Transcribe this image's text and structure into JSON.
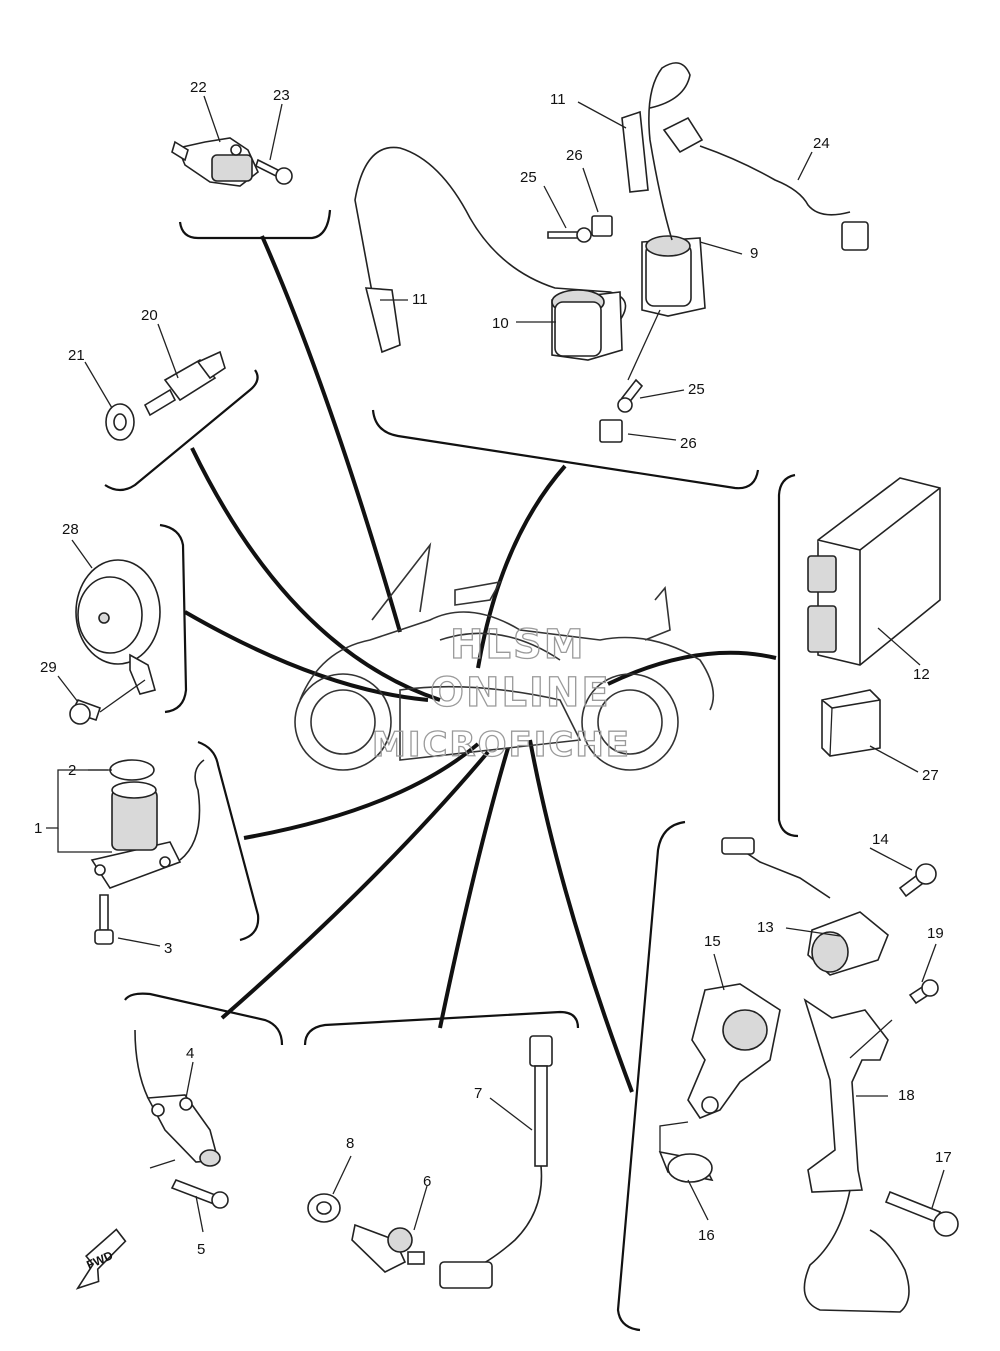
{
  "callouts": {
    "c1": "1",
    "c2": "2",
    "c3": "3",
    "c4": "4",
    "c5": "5",
    "c6": "6",
    "c7": "7",
    "c8": "8",
    "c9": "9",
    "c10": "10",
    "c11a": "11",
    "c11b": "11",
    "c12": "12",
    "c13": "13",
    "c14": "14",
    "c15": "15",
    "c16": "16",
    "c17": "17",
    "c18": "18",
    "c19": "19",
    "c20": "20",
    "c21": "21",
    "c22": "22",
    "c23": "23",
    "c24": "24",
    "c25a": "25",
    "c25b": "25",
    "c26a": "26",
    "c26b": "26",
    "c27": "27",
    "c28": "28",
    "c29": "29"
  },
  "watermark": {
    "line1": "HLSM",
    "line2": "ONLINE",
    "line3": "MICROFICHE"
  },
  "fwd_label": "FWD"
}
